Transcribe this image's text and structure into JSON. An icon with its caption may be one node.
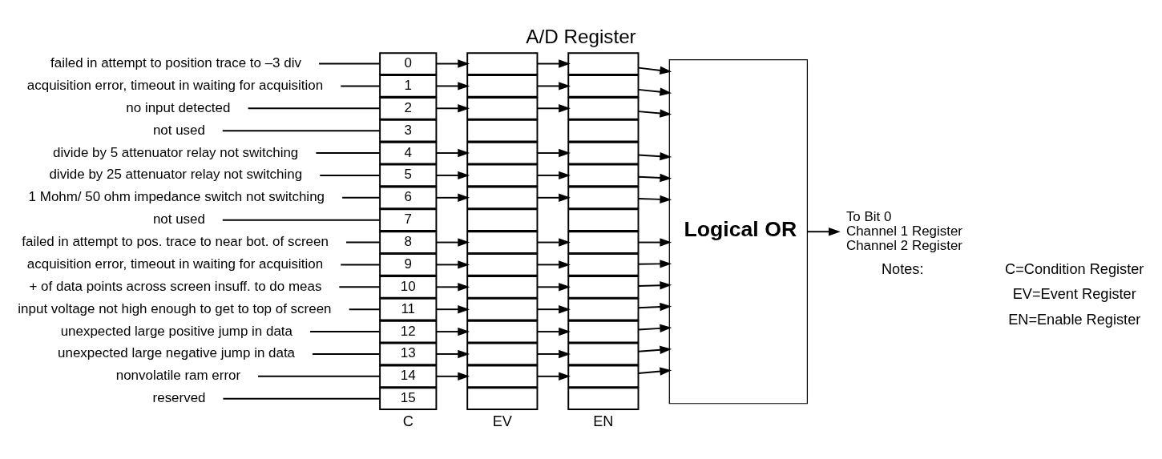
{
  "diagram": {
    "title": "A/D Register",
    "nodes": [
      {
        "text": [
          "failed in attempt to position trace to –3 div"
        ]
      },
      {
        "text": [
          "acquisition error, timeout in waiting for acquisition"
        ]
      },
      {
        "text": [
          "no input detected"
        ]
      },
      {
        "text": [
          "not used"
        ]
      },
      {
        "text": [
          "divide by 5 attenuator relay not switching"
        ]
      },
      {
        "text": [
          "divide by 25 attenuator relay not switching"
        ]
      },
      {
        "text": [
          "1 Mohm/ 50 ohm impedance switch not switching"
        ]
      },
      {
        "text": [
          "not used"
        ]
      },
      {
        "text": [
          "failed in attempt to pos. trace to near bot. of screen"
        ]
      },
      {
        "text": [
          "acquisition error, timeout in waiting for acquisition"
        ]
      },
      {
        "text": [
          "+ of data points across screen insuff. to do meas"
        ]
      },
      {
        "text": [
          "input voltage not high enough to get to top of screen"
        ]
      },
      {
        "text": [
          "unexpected large positive jump in data"
        ]
      },
      {
        "text": [
          "unexpected large negative jump in data"
        ]
      },
      {
        "text": [
          "nonvolatile ram error"
        ]
      },
      {
        "text": [
          "reserved"
        ]
      },
      {
        "text": [
          "0"
        ]
      },
      {
        "text": [
          "1"
        ]
      },
      {
        "text": [
          "2"
        ]
      },
      {
        "text": [
          "3"
        ]
      },
      {
        "text": [
          "4"
        ]
      },
      {
        "text": [
          "5"
        ]
      },
      {
        "text": [
          "6"
        ]
      },
      {
        "text": [
          "7"
        ]
      },
      {
        "text": [
          "8"
        ]
      },
      {
        "text": [
          "9"
        ]
      },
      {
        "text": [
          "10"
        ]
      },
      {
        "text": [
          "11"
        ]
      },
      {
        "text": [
          "12"
        ]
      },
      {
        "text": [
          "13"
        ]
      },
      {
        "text": [
          "14"
        ]
      },
      {
        "text": [
          "15"
        ]
      },
      {
        "text": [],
        "shape": "box"
      },
      {
        "text": [],
        "shape": "box"
      },
      {
        "text": [],
        "shape": "box"
      },
      {
        "text": [],
        "shape": "box"
      },
      {
        "text": [],
        "shape": "box"
      },
      {
        "text": [],
        "shape": "box"
      },
      {
        "text": [],
        "shape": "box"
      },
      {
        "text": [],
        "shape": "box"
      },
      {
        "text": [],
        "shape": "box"
      },
      {
        "text": [],
        "shape": "box"
      },
      {
        "text": [],
        "shape": "box"
      },
      {
        "text": [],
        "shape": "box"
      },
      {
        "text": [],
        "shape": "box"
      },
      {
        "text": [],
        "shape": "box"
      },
      {
        "text": [],
        "shape": "box"
      },
      {
        "text": [],
        "shape": "box"
      },
      {
        "text": [],
        "shape": "box"
      },
      {
        "text": [],
        "shape": "box"
      },
      {
        "text": [],
        "shape": "box"
      },
      {
        "text": [],
        "shape": "box"
      },
      {
        "text": [],
        "shape": "box"
      },
      {
        "text": [],
        "shape": "box"
      },
      {
        "text": [],
        "shape": "box"
      },
      {
        "text": [],
        "shape": "box"
      },
      {
        "text": [],
        "shape": "box"
      },
      {
        "text": [],
        "shape": "box"
      },
      {
        "text": [],
        "shape": "box"
      },
      {
        "text": [],
        "shape": "box"
      },
      {
        "text": [],
        "shape": "box"
      },
      {
        "text": [],
        "shape": "box"
      },
      {
        "text": [],
        "shape": "box"
      },
      {
        "text": [],
        "shape": "box"
      },
      {
        "text": [
          "Logical OR"
        ]
      },
      {
        "text": [
          "To Bit 0",
          "Channel 1 Register",
          "Channel 2 Register"
        ]
      }
    ],
    "edges": [
      {
        "from": 0,
        "to": 16,
        "arrow": "none"
      },
      {
        "from": 1,
        "to": 17,
        "arrow": "none"
      },
      {
        "from": 2,
        "to": 18,
        "arrow": "none"
      },
      {
        "from": 3,
        "to": 19,
        "arrow": "none"
      },
      {
        "from": 4,
        "to": 20,
        "arrow": "none"
      },
      {
        "from": 5,
        "to": 21,
        "arrow": "none"
      },
      {
        "from": 6,
        "to": 22,
        "arrow": "none"
      },
      {
        "from": 7,
        "to": 23,
        "arrow": "none"
      },
      {
        "from": 8,
        "to": 24,
        "arrow": "none"
      },
      {
        "from": 9,
        "to": 25,
        "arrow": "none"
      },
      {
        "from": 10,
        "to": 26,
        "arrow": "none"
      },
      {
        "from": 11,
        "to": 27,
        "arrow": "none"
      },
      {
        "from": 12,
        "to": 28,
        "arrow": "none"
      },
      {
        "from": 13,
        "to": 29,
        "arrow": "none"
      },
      {
        "from": 14,
        "to": 30,
        "arrow": "none"
      },
      {
        "from": 15,
        "to": 31,
        "arrow": "none"
      },
      {
        "from": 16,
        "to": 32,
        "arrow": "to"
      },
      {
        "from": 32,
        "to": 48,
        "arrow": "to"
      },
      {
        "from": 48,
        "to": 64,
        "arrow": "to"
      },
      {
        "from": 17,
        "to": 33,
        "arrow": "to"
      },
      {
        "from": 33,
        "to": 49,
        "arrow": "to"
      },
      {
        "from": 49,
        "to": 64,
        "arrow": "to"
      },
      {
        "from": 18,
        "to": 34,
        "arrow": "to"
      },
      {
        "from": 34,
        "to": 50,
        "arrow": "to"
      },
      {
        "from": 50,
        "to": 64,
        "arrow": "to"
      },
      {
        "from": 20,
        "to": 36,
        "arrow": "to"
      },
      {
        "from": 36,
        "to": 52,
        "arrow": "to"
      },
      {
        "from": 52,
        "to": 64,
        "arrow": "to"
      },
      {
        "from": 21,
        "to": 37,
        "arrow": "to"
      },
      {
        "from": 37,
        "to": 53,
        "arrow": "to"
      },
      {
        "from": 53,
        "to": 64,
        "arrow": "to"
      },
      {
        "from": 22,
        "to": 38,
        "arrow": "to"
      },
      {
        "from": 38,
        "to": 54,
        "arrow": "to"
      },
      {
        "from": 54,
        "to": 64,
        "arrow": "to"
      },
      {
        "from": 24,
        "to": 40,
        "arrow": "to"
      },
      {
        "from": 40,
        "to": 56,
        "arrow": "to"
      },
      {
        "from": 56,
        "to": 64,
        "arrow": "to"
      },
      {
        "from": 25,
        "to": 41,
        "arrow": "to"
      },
      {
        "from": 41,
        "to": 57,
        "arrow": "to"
      },
      {
        "from": 57,
        "to": 64,
        "arrow": "to"
      },
      {
        "from": 26,
        "to": 42,
        "arrow": "to"
      },
      {
        "from": 42,
        "to": 58,
        "arrow": "to"
      },
      {
        "from": 58,
        "to": 64,
        "arrow": "to"
      },
      {
        "from": 27,
        "to": 43,
        "arrow": "to"
      },
      {
        "from": 43,
        "to": 59,
        "arrow": "to"
      },
      {
        "from": 59,
        "to": 64,
        "arrow": "to"
      },
      {
        "from": 28,
        "to": 44,
        "arrow": "to"
      },
      {
        "from": 44,
        "to": 60,
        "arrow": "to"
      },
      {
        "from": 60,
        "to": 64,
        "arrow": "to"
      },
      {
        "from": 29,
        "to": 45,
        "arrow": "to"
      },
      {
        "from": 45,
        "to": 61,
        "arrow": "to"
      },
      {
        "from": 61,
        "to": 64,
        "arrow": "to"
      },
      {
        "from": 30,
        "to": 46,
        "arrow": "to"
      },
      {
        "from": 46,
        "to": 62,
        "arrow": "to"
      },
      {
        "from": 62,
        "to": 64,
        "arrow": "to"
      },
      {
        "from": 64,
        "to": 65,
        "arrow": "to"
      }
    ],
    "labels": [
      "C",
      "EV",
      "EN",
      "Notes:",
      "C=Condition Register",
      "EV=Event Register",
      "EN=Enable Register"
    ]
  }
}
